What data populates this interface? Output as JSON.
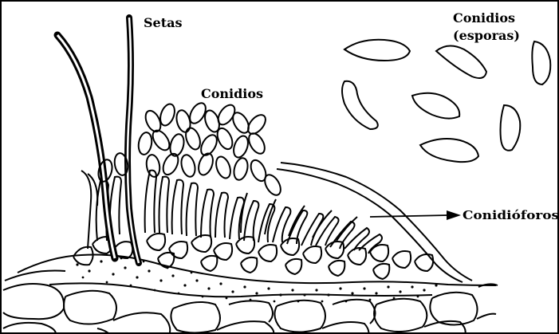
{
  "labels": {
    "setas": "Setas",
    "conidios": "Conidios",
    "conidios_esporas_line1": "Conidios",
    "conidios_esporas_line2": "(esporas)",
    "conidioforos": "Conidióforos"
  },
  "colors": {
    "ink": "#000000",
    "background": "#ffffff"
  }
}
